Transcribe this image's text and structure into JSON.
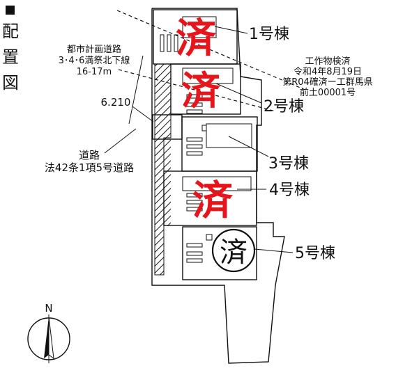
{
  "title": {
    "chars": [
      "配",
      "置",
      "図"
    ]
  },
  "road_top": {
    "line1": "都市計画道路",
    "line2": "3･4･6満祭北下線",
    "line3": "16-17m"
  },
  "road_width": "6.210",
  "road_side": {
    "line1": "道路",
    "line2": "法42条1項5号道路"
  },
  "inspection": {
    "line1": "工作物検済",
    "line2": "令和4年8月19日",
    "line3": "第R04確済ー工群馬県",
    "line4": "前土00001号"
  },
  "buildings": [
    {
      "label": "1号棟",
      "stamp": "済"
    },
    {
      "label": "2号棟",
      "stamp": "済"
    },
    {
      "label": "3号棟",
      "stamp": ""
    },
    {
      "label": "4号棟",
      "stamp": "済"
    },
    {
      "label": "5号棟",
      "stamp": "済"
    }
  ],
  "north": "N",
  "colors": {
    "stamp_red": "#e8141b",
    "ink": "#111111"
  }
}
